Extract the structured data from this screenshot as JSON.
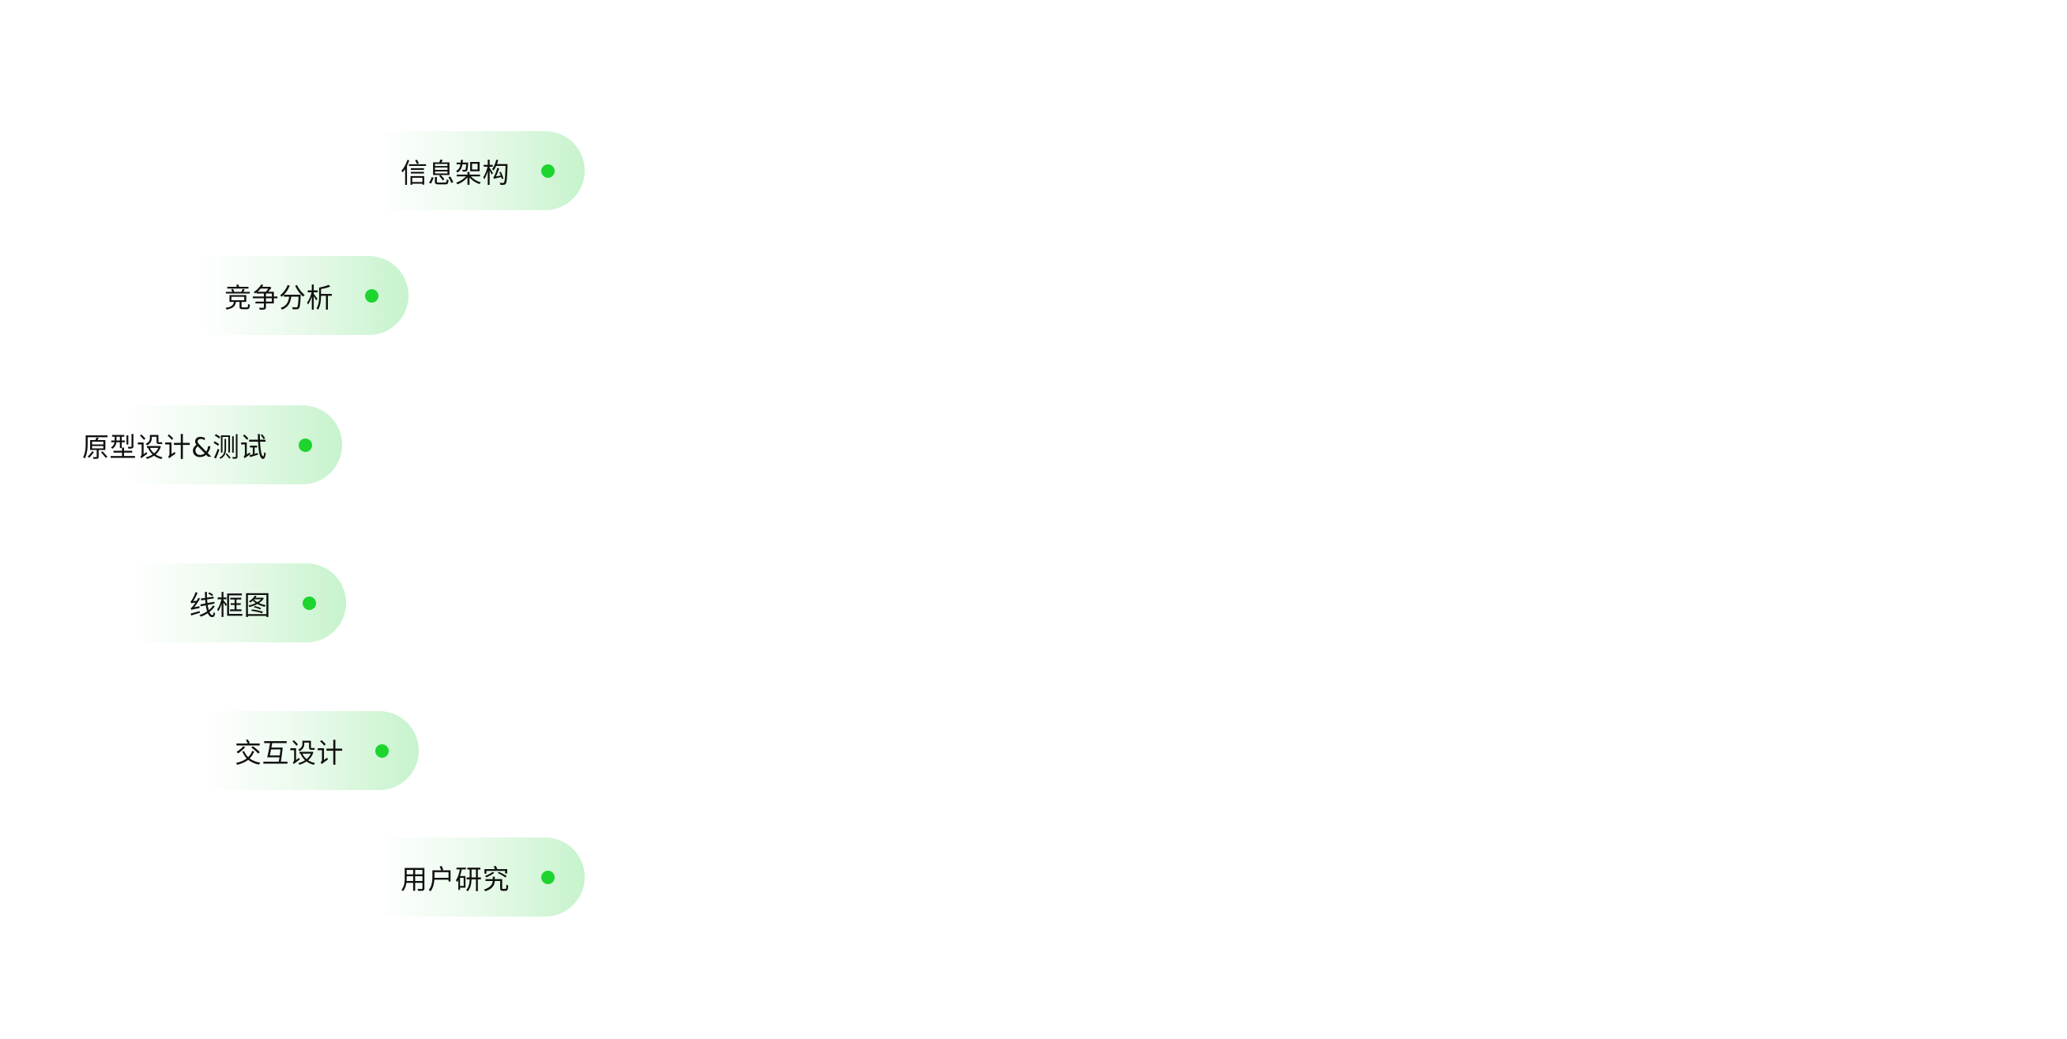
{
  "items": [
    {
      "label": "信息架构"
    },
    {
      "label": "竞争分析"
    },
    {
      "label": "原型设计&测试"
    },
    {
      "label": "线框图"
    },
    {
      "label": "交互设计"
    },
    {
      "label": "用户研究"
    }
  ],
  "colors": {
    "dot": "#1ed42f",
    "pill_end": "#c6f3cc",
    "text": "#111111"
  }
}
